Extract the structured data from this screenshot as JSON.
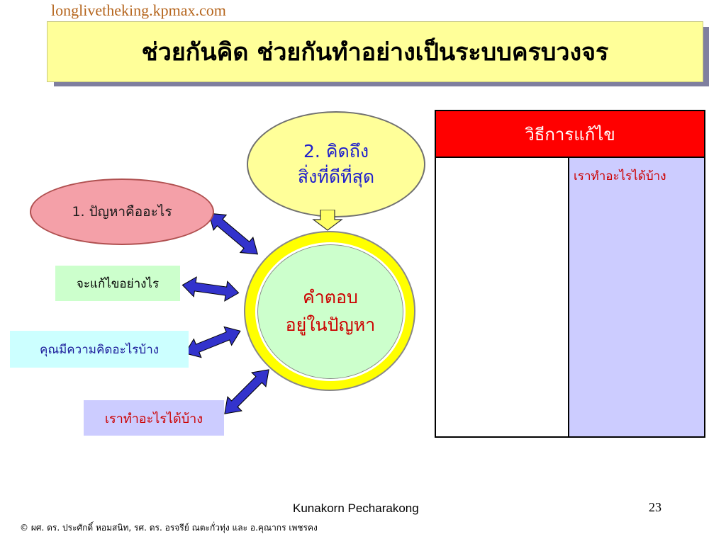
{
  "site": "longlivetheking.kpmax.com",
  "title": "ช่วยกันคิด ช่วยกันทำอย่างเป็นระบบครบวงจร",
  "step1": "1. ปัญหาคืออะไร",
  "step2": {
    "line1": "2. คิดถึง",
    "line2": "สิ่งที่ดีที่สุด"
  },
  "center": {
    "line1": "คำตอบ",
    "line2": "อยู่ในปัญหา"
  },
  "labels": {
    "how_to_fix": "จะแก้ไขอย่างไร",
    "your_ideas": "คุณมีความคิดอะไรบ้าง",
    "what_we_do": "เราทำอะไรได้บ้าง"
  },
  "table": {
    "header": "วิธีการแก้ไข",
    "right_column_text": "เราทำอะไรได้บ้าง"
  },
  "footer": {
    "author": "Kunakorn Pecharakong",
    "page": "23",
    "copyright": "© ผศ. ดร. ประศักดิ์ หอมสนิท, รศ. ดร. อรจรีย์ ณตะกั่วทุ่ง และ อ.คุณากร เพชรคง"
  },
  "colors": {
    "title_bg": "#ffff99",
    "arrow_fill": "#3333cc",
    "table_header": "#ff0000",
    "table_right_col": "#ccccff"
  }
}
